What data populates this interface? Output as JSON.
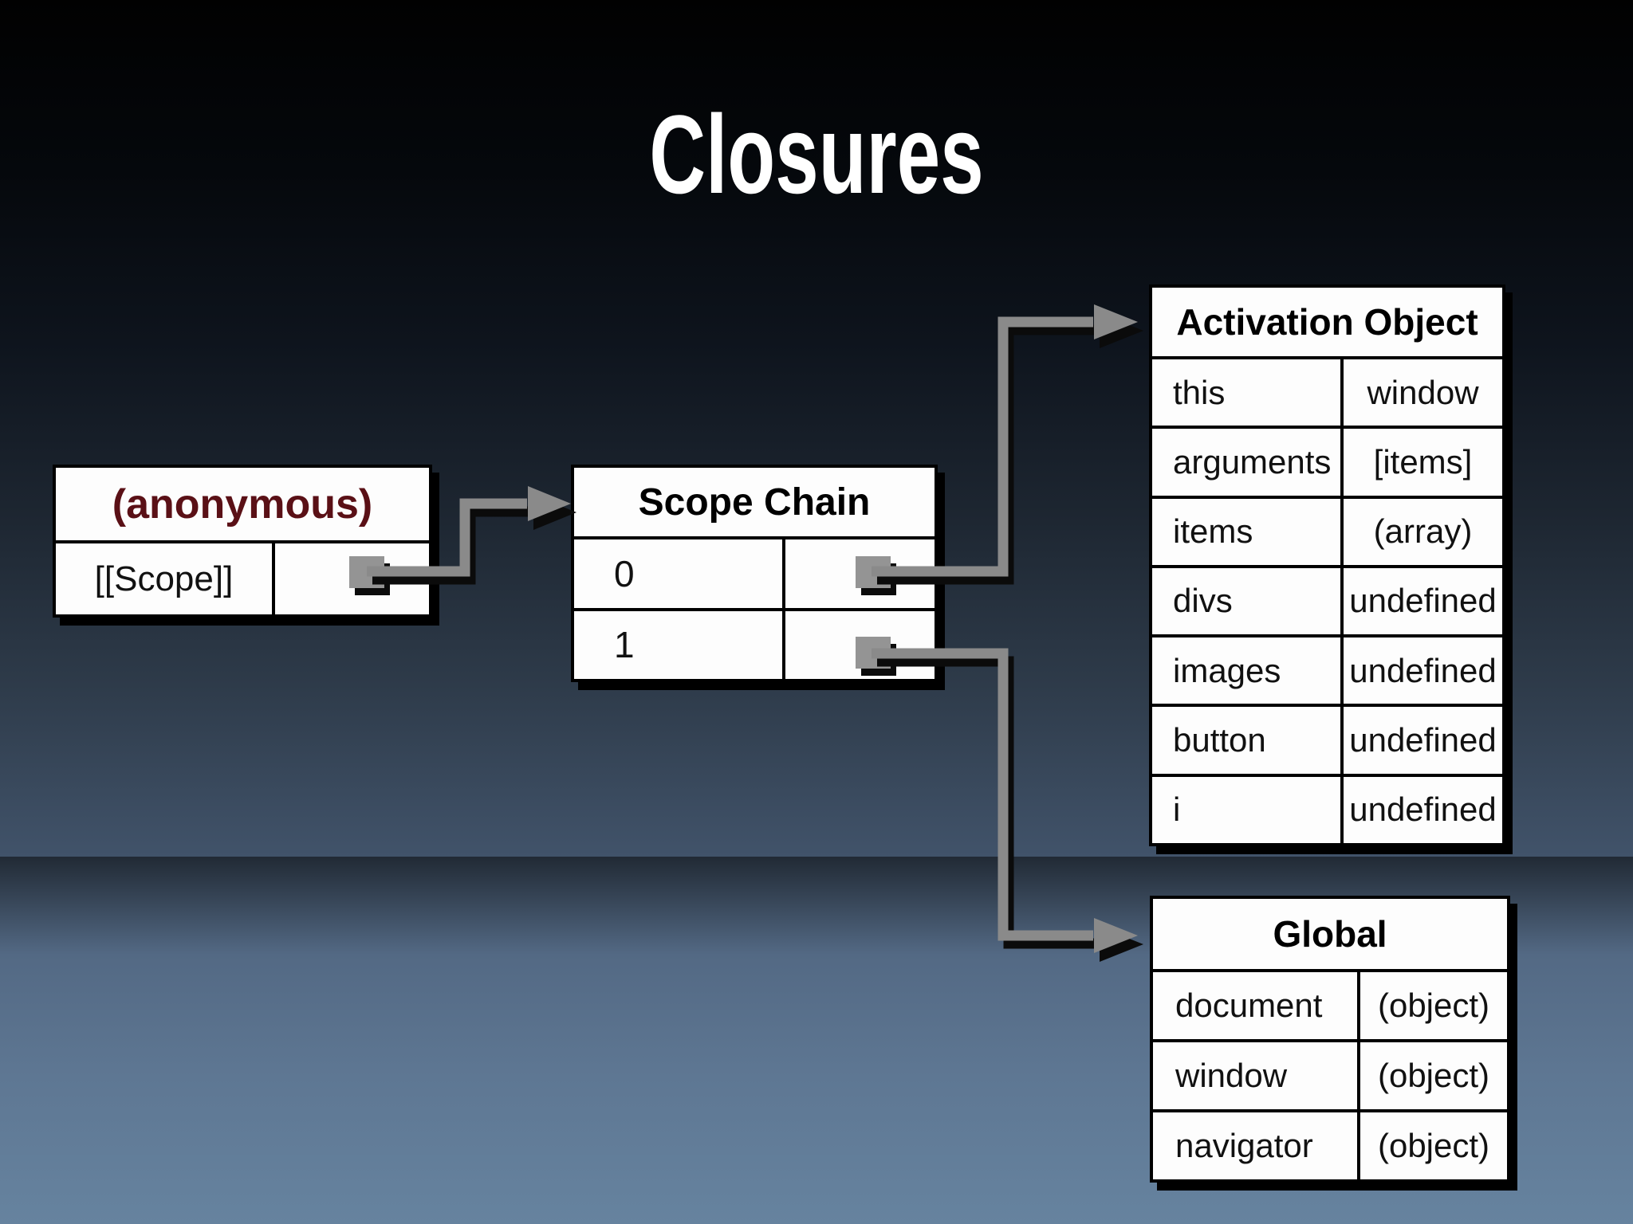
{
  "slide": {
    "title": "Closures"
  },
  "boxes": {
    "anonymous": {
      "title": "(anonymous)",
      "rows": [
        {
          "name": "[[Scope]]"
        }
      ]
    },
    "scope_chain": {
      "title": "Scope Chain",
      "rows": [
        {
          "name": "0"
        },
        {
          "name": "1"
        }
      ]
    },
    "activation_object": {
      "title": "Activation Object",
      "rows": [
        {
          "name": "this",
          "value": "window"
        },
        {
          "name": "arguments",
          "value": "[items]"
        },
        {
          "name": "items",
          "value": "(array)"
        },
        {
          "name": "divs",
          "value": "undefined"
        },
        {
          "name": "images",
          "value": "undefined"
        },
        {
          "name": "button",
          "value": "undefined"
        },
        {
          "name": "i",
          "value": "undefined"
        }
      ]
    },
    "global": {
      "title": "Global",
      "rows": [
        {
          "name": "document",
          "value": "(object)"
        },
        {
          "name": "window",
          "value": "(object)"
        },
        {
          "name": "navigator",
          "value": "(object)"
        }
      ]
    }
  },
  "colors": {
    "title_text": "#ffffff",
    "anonymous_title_text": "#5a1016",
    "table_fill": "#fdfdfd",
    "table_border": "#000000",
    "arrow_gray": "#8a8a8a",
    "connector_gray": "#949494",
    "background_top": "#010101",
    "background_bottom": "#66839f"
  }
}
